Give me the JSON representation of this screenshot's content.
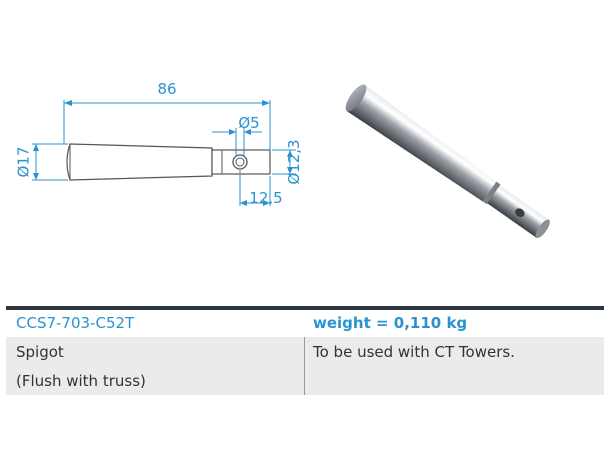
{
  "drawing": {
    "length_label": "86",
    "diameter_label": "Ø17",
    "hole_label": "Ø5",
    "tip_diameter_label": "Ø12,3",
    "tip_length_label": "12,5"
  },
  "spec": {
    "code": "CCS7-703-C52T",
    "weight": "weight = 0,110 kg",
    "name_line1": "Spigot",
    "name_line2": "(Flush with truss)",
    "usage": "To be used with CT Towers."
  }
}
